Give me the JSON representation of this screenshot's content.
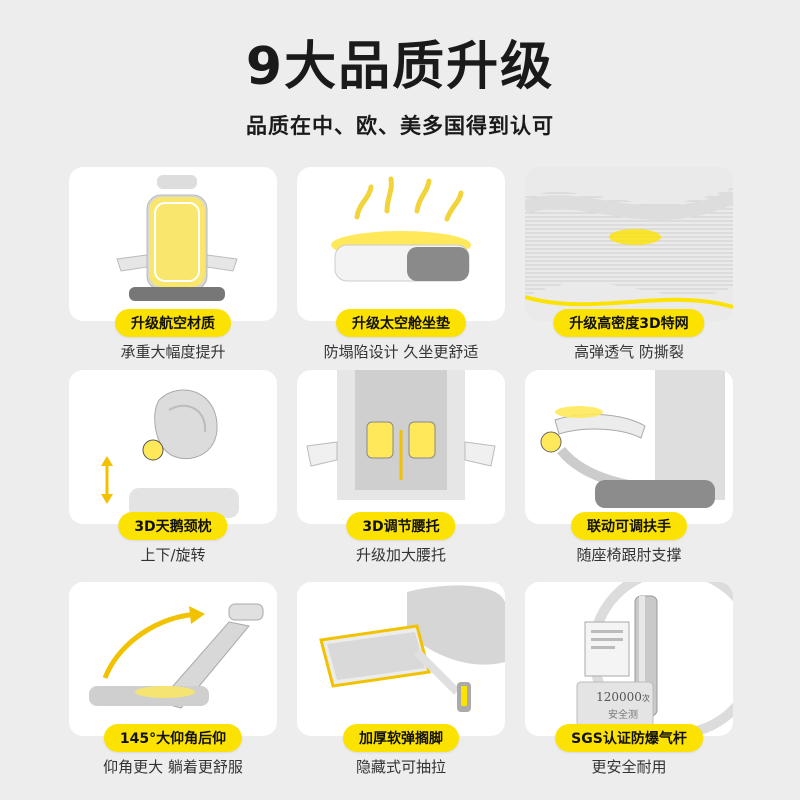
{
  "header": {
    "title": "9大品质升级",
    "subtitle": "品质在中、欧、美多国得到认可"
  },
  "accent_color": "#fce200",
  "features": [
    {
      "badge": "升级航空材质",
      "desc": "承重大幅度提升",
      "icon": "chair-frame-icon"
    },
    {
      "badge": "升级太空舱坐垫",
      "desc": "防塌陷设计 久坐更舒适",
      "icon": "seat-cushion-icon"
    },
    {
      "badge": "升级高密度3D特网",
      "desc": "高弹透气 防撕裂",
      "icon": "mesh-fabric-icon"
    },
    {
      "badge": "3D天鹅颈枕",
      "desc": "上下/旋转",
      "icon": "headrest-icon"
    },
    {
      "badge": "3D调节腰托",
      "desc": "升级加大腰托",
      "icon": "lumbar-support-icon"
    },
    {
      "badge": "联动可调扶手",
      "desc": "随座椅跟肘支撑",
      "icon": "armrest-icon"
    },
    {
      "badge": "145°大仰角后仰",
      "desc": "仰角更大 躺着更舒服",
      "icon": "recline-icon"
    },
    {
      "badge": "加厚软弹搁脚",
      "desc": "隐藏式可抽拉",
      "icon": "footrest-icon"
    },
    {
      "badge": "SGS认证防爆气杆",
      "desc": "更安全耐用",
      "icon": "gas-lift-icon"
    }
  ],
  "certificate": {
    "figure": "120000",
    "unit": "次",
    "caption": "安全测"
  }
}
